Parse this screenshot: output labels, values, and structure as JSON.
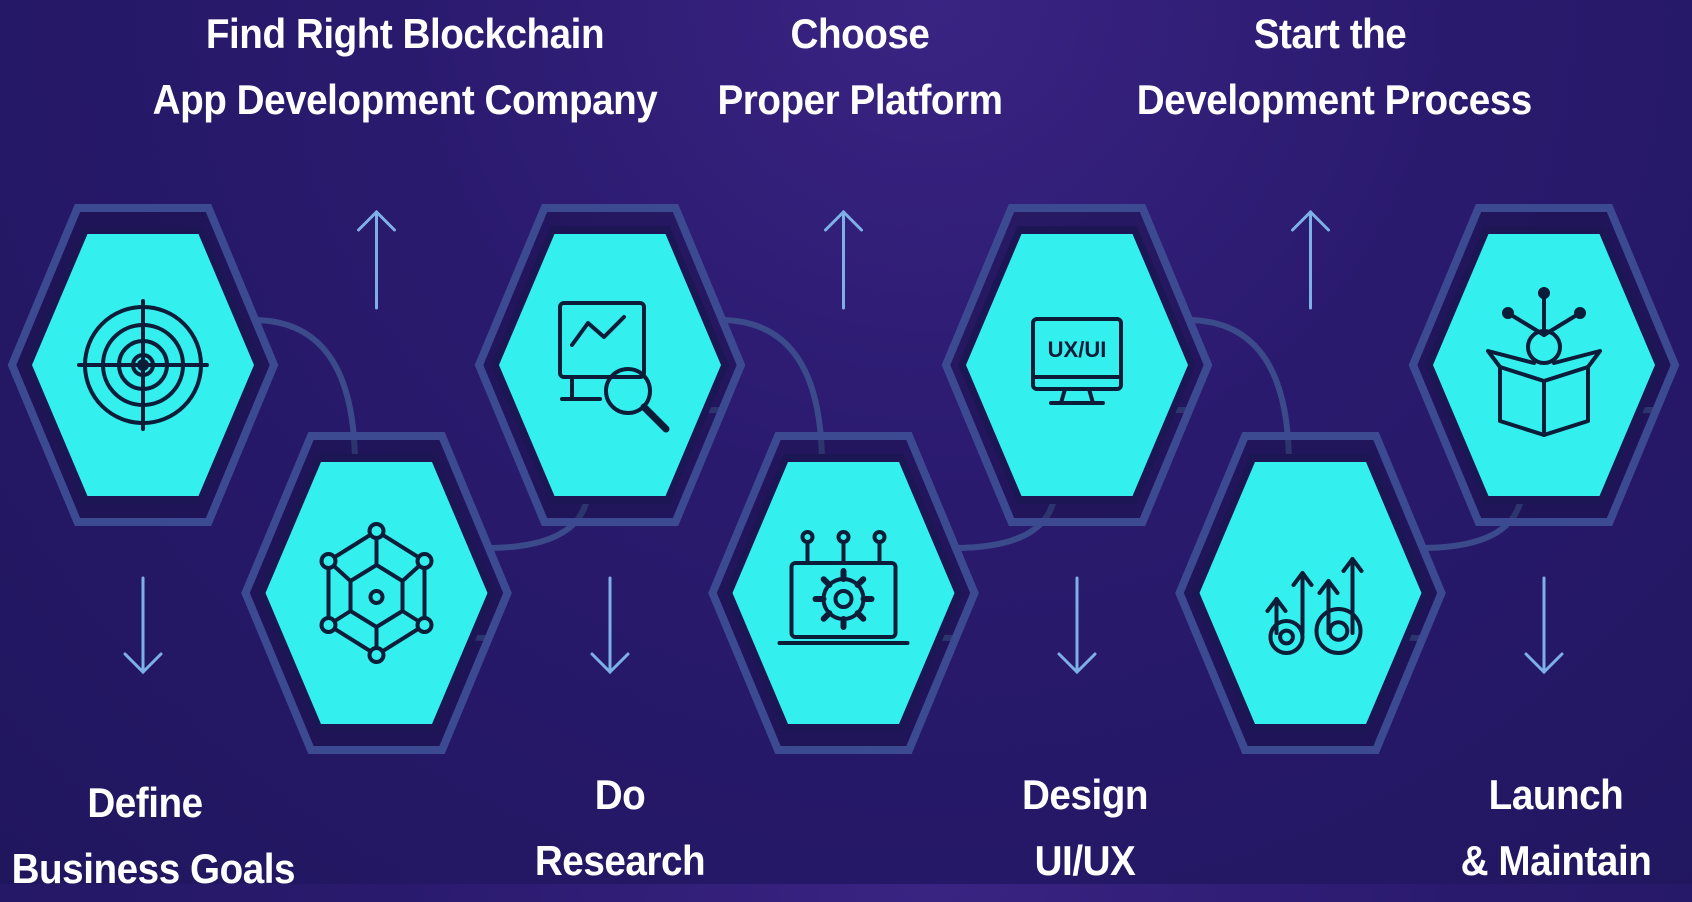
{
  "colors": {
    "background": "#241766",
    "hexagon_fill": "#33f0ee",
    "hexagon_ring": "#3c4a92",
    "icon_stroke": "#0c1d3a",
    "connector": "#3b4a8a",
    "arrow": "#7eb0e8",
    "text": "#ffffff"
  },
  "steps": [
    {
      "order": 1,
      "row": "top",
      "line1": "Define",
      "line2": "Business Goals",
      "label_position": "below",
      "icon": "target-icon"
    },
    {
      "order": 2,
      "row": "bottom",
      "line1": "Find Right Blockchain",
      "line2": "App Development Company",
      "label_position": "above",
      "icon": "network-cube-icon"
    },
    {
      "order": 3,
      "row": "top",
      "line1": "Do",
      "line2": "Research",
      "label_position": "below",
      "icon": "research-chart-icon"
    },
    {
      "order": 4,
      "row": "bottom",
      "line1": "Choose",
      "line2": "Proper Platform",
      "label_position": "above",
      "icon": "platform-gear-icon"
    },
    {
      "order": 5,
      "row": "top",
      "line1": "Design",
      "line2": "UI/UX",
      "label_position": "below",
      "icon": "monitor-uxui-icon"
    },
    {
      "order": 6,
      "row": "bottom",
      "line1": "Start the",
      "line2": "Development Process",
      "label_position": "above",
      "icon": "growth-gears-icon"
    },
    {
      "order": 7,
      "row": "top",
      "line1": "Launch",
      "line2": "& Maintain",
      "label_position": "below",
      "icon": "launch-box-icon"
    }
  ],
  "icon_text": {
    "monitor": "UX/UI"
  }
}
